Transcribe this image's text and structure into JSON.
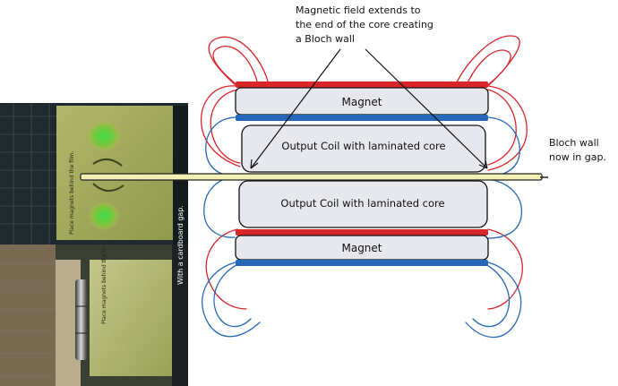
{
  "annotations": {
    "top_note_lines": [
      "Magnetic field extends to",
      "the end of the core creating",
      "a Bloch wall"
    ],
    "right_note_lines": [
      "Bloch wall",
      "now in gap."
    ]
  },
  "layers": {
    "magnet_top": "Magnet",
    "coil_top": "Output Coil with laminated core",
    "coil_bottom": "Output Coil with laminated core",
    "magnet_bottom": "Magnet"
  },
  "photos": {
    "film_label": "Place magnets behind the film.",
    "film_label_bottom": "Place magnets behind the film.",
    "side_caption": "With a cardboard gap."
  },
  "colors": {
    "red_field": "#d8262a",
    "blue_field": "#2567b8",
    "box_fill": "#e6e8ee",
    "film_green": "#9ab63a",
    "gap_bar": "#f4efb5"
  },
  "icons": [
    "arrow-icon"
  ]
}
